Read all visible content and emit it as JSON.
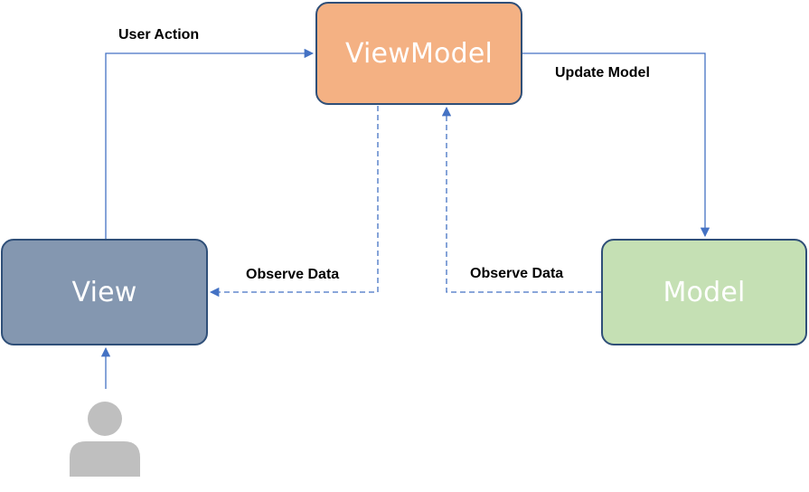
{
  "nodes": {
    "viewmodel": "ViewModel",
    "view": "View",
    "model": "Model"
  },
  "edges": {
    "user_action": "User Action",
    "update_model": "Update Model",
    "observe_data_left": "Observe Data",
    "observe_data_right": "Observe Data"
  },
  "icons": {
    "user": "user-icon"
  },
  "colors": {
    "viewmodel_fill": "#f4b183",
    "view_fill": "#8497b0",
    "model_fill": "#c5e0b4",
    "box_border": "#2f4f78",
    "connector": "#4472c4",
    "user_icon": "#bfbfbf"
  }
}
